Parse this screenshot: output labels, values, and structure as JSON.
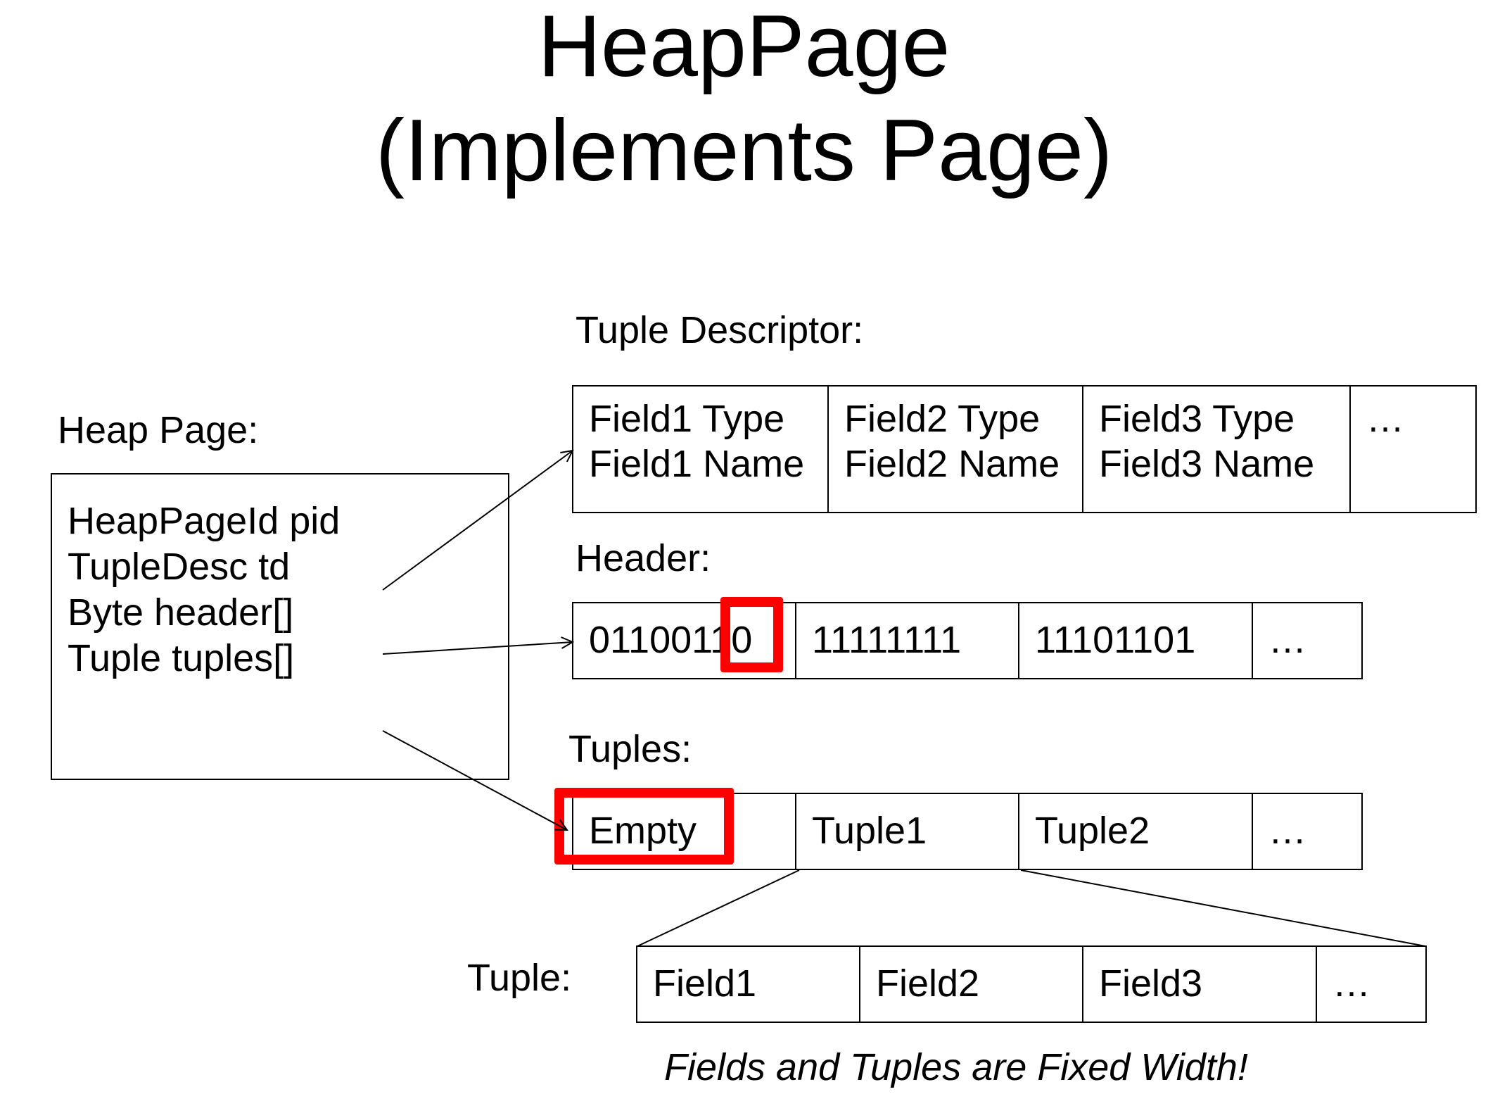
{
  "title": {
    "line1": "HeapPage",
    "line2": "(Implements Page)"
  },
  "heap_page": {
    "label": "Heap Page:",
    "fields": [
      "HeapPageId pid",
      "TupleDesc td",
      "Byte header[]",
      "Tuple tuples[]"
    ]
  },
  "tuple_descriptor": {
    "label": "Tuple Descriptor:",
    "cells": [
      {
        "type": "Field1 Type",
        "name": "Field1 Name"
      },
      {
        "type": "Field2 Type",
        "name": "Field2 Name"
      },
      {
        "type": "Field3 Type",
        "name": "Field3 Name"
      },
      {
        "type": "…",
        "name": ""
      }
    ]
  },
  "header": {
    "label": "Header:",
    "cells": [
      "01100110",
      "11111111",
      "11101101",
      "…"
    ]
  },
  "tuples": {
    "label": "Tuples:",
    "cells": [
      "Empty",
      "Tuple1",
      "Tuple2",
      "…"
    ]
  },
  "tuple": {
    "label": "Tuple:",
    "cells": [
      "Field1",
      "Field2",
      "Field3",
      "…"
    ]
  },
  "footnote": "Fields and Tuples are Fixed Width!",
  "colors": {
    "highlight": "#ff0000",
    "stroke": "#000000"
  }
}
